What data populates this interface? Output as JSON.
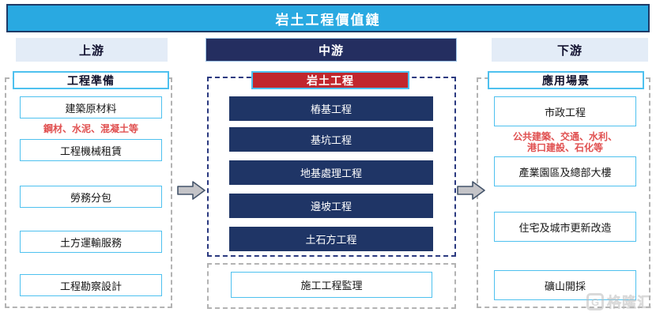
{
  "banner": {
    "title": "岩土工程價值鏈"
  },
  "upstream": {
    "header": "上游",
    "section_title": "工程準備",
    "items": [
      "建築原材料",
      "工程機械租賃",
      "勞務分包",
      "土方運輸服務",
      "工程勘察設計"
    ],
    "note": "鋼材、水泥、混凝土等"
  },
  "midstream": {
    "header": "中游",
    "section_title": "岩土工程",
    "items": [
      "樁基工程",
      "基坑工程",
      "地基處理工程",
      "邊坡工程",
      "土石方工程"
    ],
    "bottom_item": "施工工程監理"
  },
  "downstream": {
    "header": "下游",
    "section_title": "應用場景",
    "items": [
      "市政工程",
      "產業園區及總部大樓",
      "住宅及城市更新改造",
      "礦山開採"
    ],
    "note_line1": "公共建築、交通、水利、",
    "note_line2": "港口建設、石化等"
  },
  "watermark": {
    "badge": "G",
    "text": "格隆汇"
  },
  "colors": {
    "bannerBlue": "#29A9E1",
    "bannerBorder": "#1E3A66",
    "headerLight": "#E3ECF7",
    "headerNavy": "#242E60",
    "navyBox": "#1F3566",
    "redBox": "#C1272D",
    "redText": "#E05050",
    "cyanBorder": "#4EC1EF",
    "dashGray": "#B3B3B3",
    "dashNavy": "#2B3A80",
    "arrowFill": "#C4C4C8",
    "arrowStroke": "#44546A"
  }
}
